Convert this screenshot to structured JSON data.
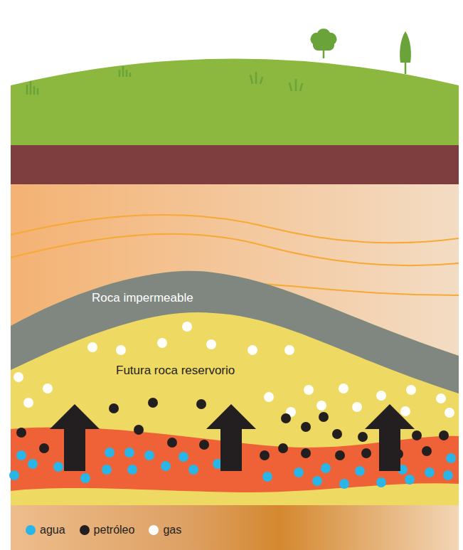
{
  "diagram": {
    "nodes": [
      {
        "text": [
          "Roca impermeable"
        ]
      },
      {
        "text": [
          "Futura roca reservorio"
        ]
      }
    ],
    "legend": [
      {
        "text": "agua",
        "color": "#29b5e6"
      },
      {
        "text": "petróleo",
        "color": "#231f20"
      },
      {
        "text": "gas",
        "color": "#ffffff"
      }
    ]
  }
}
